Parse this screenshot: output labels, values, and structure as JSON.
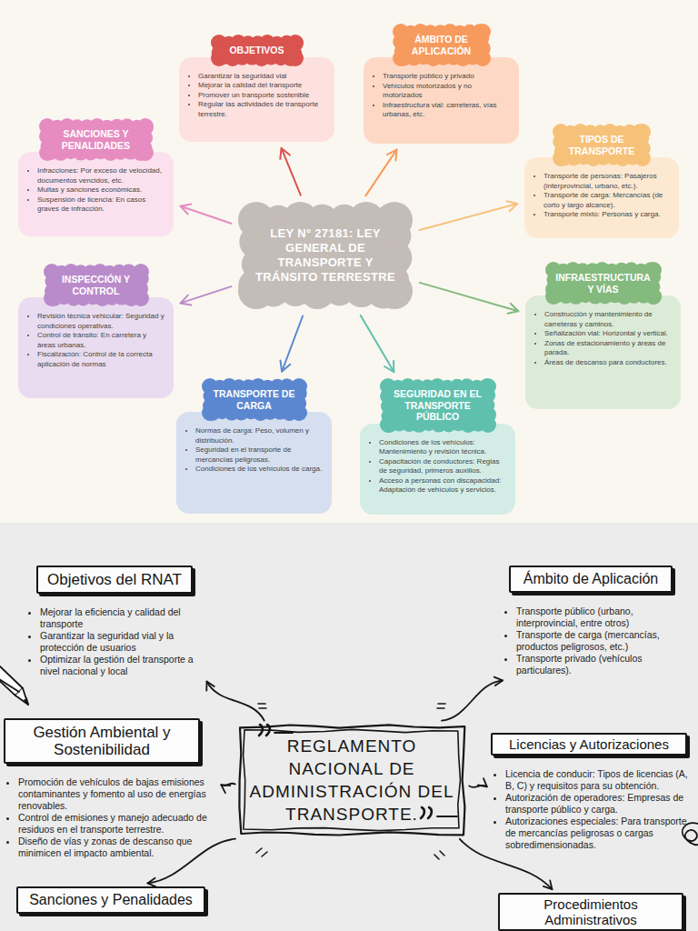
{
  "diagram": {
    "nodes": [
      {
        "text": [
          "LEY N° 27181: LEY GENERAL DE TRANSPORTE Y TRÁNSITO TERRESTRE"
        ]
      },
      {
        "text": [
          "OBJETIVOS",
          "Garantizar la seguridad vial",
          "Mejorar la calidad del transporte",
          "Promover un transporte sostenible",
          "Regular las actividades de transporte terrestre."
        ]
      },
      {
        "text": [
          "ÁMBITO DE APLICACIÓN",
          "Transporte público y privado",
          "Vehículos motorizados y no motorizados",
          "Infraestructura vial: carreteras, vías urbanas, etc."
        ]
      },
      {
        "text": [
          "TIPOS DE TRANSPORTE",
          "Transporte de personas: Pasajeros (interprovincial, urbano, etc.).",
          "Transporte de carga: Mercancías (de corto y largo alcance).",
          "Transporte mixto: Personas y carga."
        ]
      },
      {
        "text": [
          "INFRAESTRUCTURA Y VÍAS",
          "Construcción y mantenimiento de carreteras y caminos.",
          "Señalización vial: Horizontal y vertical.",
          "Zonas de estacionamiento y áreas de parada.",
          "Áreas de descanso para conductores."
        ]
      },
      {
        "text": [
          "SEGURIDAD EN EL TRANSPORTE PÚBLICO",
          "Condiciones de los vehículos: Mantenimiento y revisión técnica.",
          "Capacitación de conductores: Reglas de seguridad, primeros auxilios.",
          "Acceso a personas con discapacidad: Adaptación de vehículos y servicios."
        ]
      },
      {
        "text": [
          "TRANSPORTE DE CARGA",
          "Normas de carga: Peso, volumen y distribución.",
          "Seguridad en el transporte de mercancías peligrosas.",
          "Condiciones de los vehículos de carga."
        ]
      },
      {
        "text": [
          "INSPECCIÓN Y CONTROL",
          "Revisión técnica vehicular: Seguridad y condiciones operativas.",
          "Control de tránsito: En carretera y áreas urbanas.",
          "Fiscalización: Control de la correcta aplicación de normas"
        ]
      },
      {
        "text": [
          "SANCIONES Y PENALIDADES",
          "Infracciones: Por exceso de velocidad, documentos vencidos, etc.",
          "Multas y sanciones económicas.",
          "Suspensión de licencia: En casos graves de infracción."
        ]
      },
      {
        "text": [
          "REGLAMENTO NACIONAL DE ADMINISTRACIÓN DEL TRANSPORTE."
        ]
      },
      {
        "text": [
          "Objetivos del RNAT",
          "Mejorar la eficiencia y calidad del transporte",
          "Garantizar la seguridad vial y la protección de usuarios",
          "Optimizar la gestión del transporte a nivel nacional y local"
        ]
      },
      {
        "text": [
          "Ámbito de Aplicación",
          "Transporte público (urbano, interprovincial, entre otros)",
          "Transporte de carga (mercancías, productos peligrosos, etc.)",
          "Transporte privado (vehículos particulares)."
        ]
      },
      {
        "text": [
          "Gestión Ambiental y Sostenibilidad",
          "Promoción de vehículos de bajas emisiones contaminantes y fomento al uso de energías renovables.",
          "Control de emisiones y manejo adecuado de residuos en el transporte terrestre.",
          "Diseño de vías y zonas de descanso que minimicen el impacto ambiental."
        ]
      },
      {
        "text": [
          "Licencias y Autorizaciones",
          "Licencia de conducir: Tipos de licencias (A, B, C) y requisitos para su obtención.",
          "Autorización de operadores: Empresas de transporte público y carga.",
          "Autorizaciones especiales: Para transporte de mercancías peligrosas o cargas sobredimensionadas."
        ]
      },
      {
        "text": [
          "Sanciones y Penalidades"
        ]
      },
      {
        "text": [
          "Procedimientos Administrativos"
        ]
      }
    ],
    "edges": [
      {
        "from": 0,
        "to": 1,
        "arrow": "to"
      },
      {
        "from": 0,
        "to": 2,
        "arrow": "to"
      },
      {
        "from": 0,
        "to": 3,
        "arrow": "to"
      },
      {
        "from": 0,
        "to": 4,
        "arrow": "to"
      },
      {
        "from": 0,
        "to": 5,
        "arrow": "to"
      },
      {
        "from": 0,
        "to": 6,
        "arrow": "to"
      },
      {
        "from": 0,
        "to": 7,
        "arrow": "to"
      },
      {
        "from": 0,
        "to": 8,
        "arrow": "to"
      },
      {
        "from": 9,
        "to": 10,
        "arrow": "to"
      },
      {
        "from": 9,
        "to": 11,
        "arrow": "to"
      },
      {
        "from": 9,
        "to": 12,
        "arrow": "to"
      },
      {
        "from": 9,
        "to": 13,
        "arrow": "to"
      },
      {
        "from": 9,
        "to": 14,
        "arrow": "to"
      },
      {
        "from": 9,
        "to": 15,
        "arrow": "to"
      }
    ]
  }
}
